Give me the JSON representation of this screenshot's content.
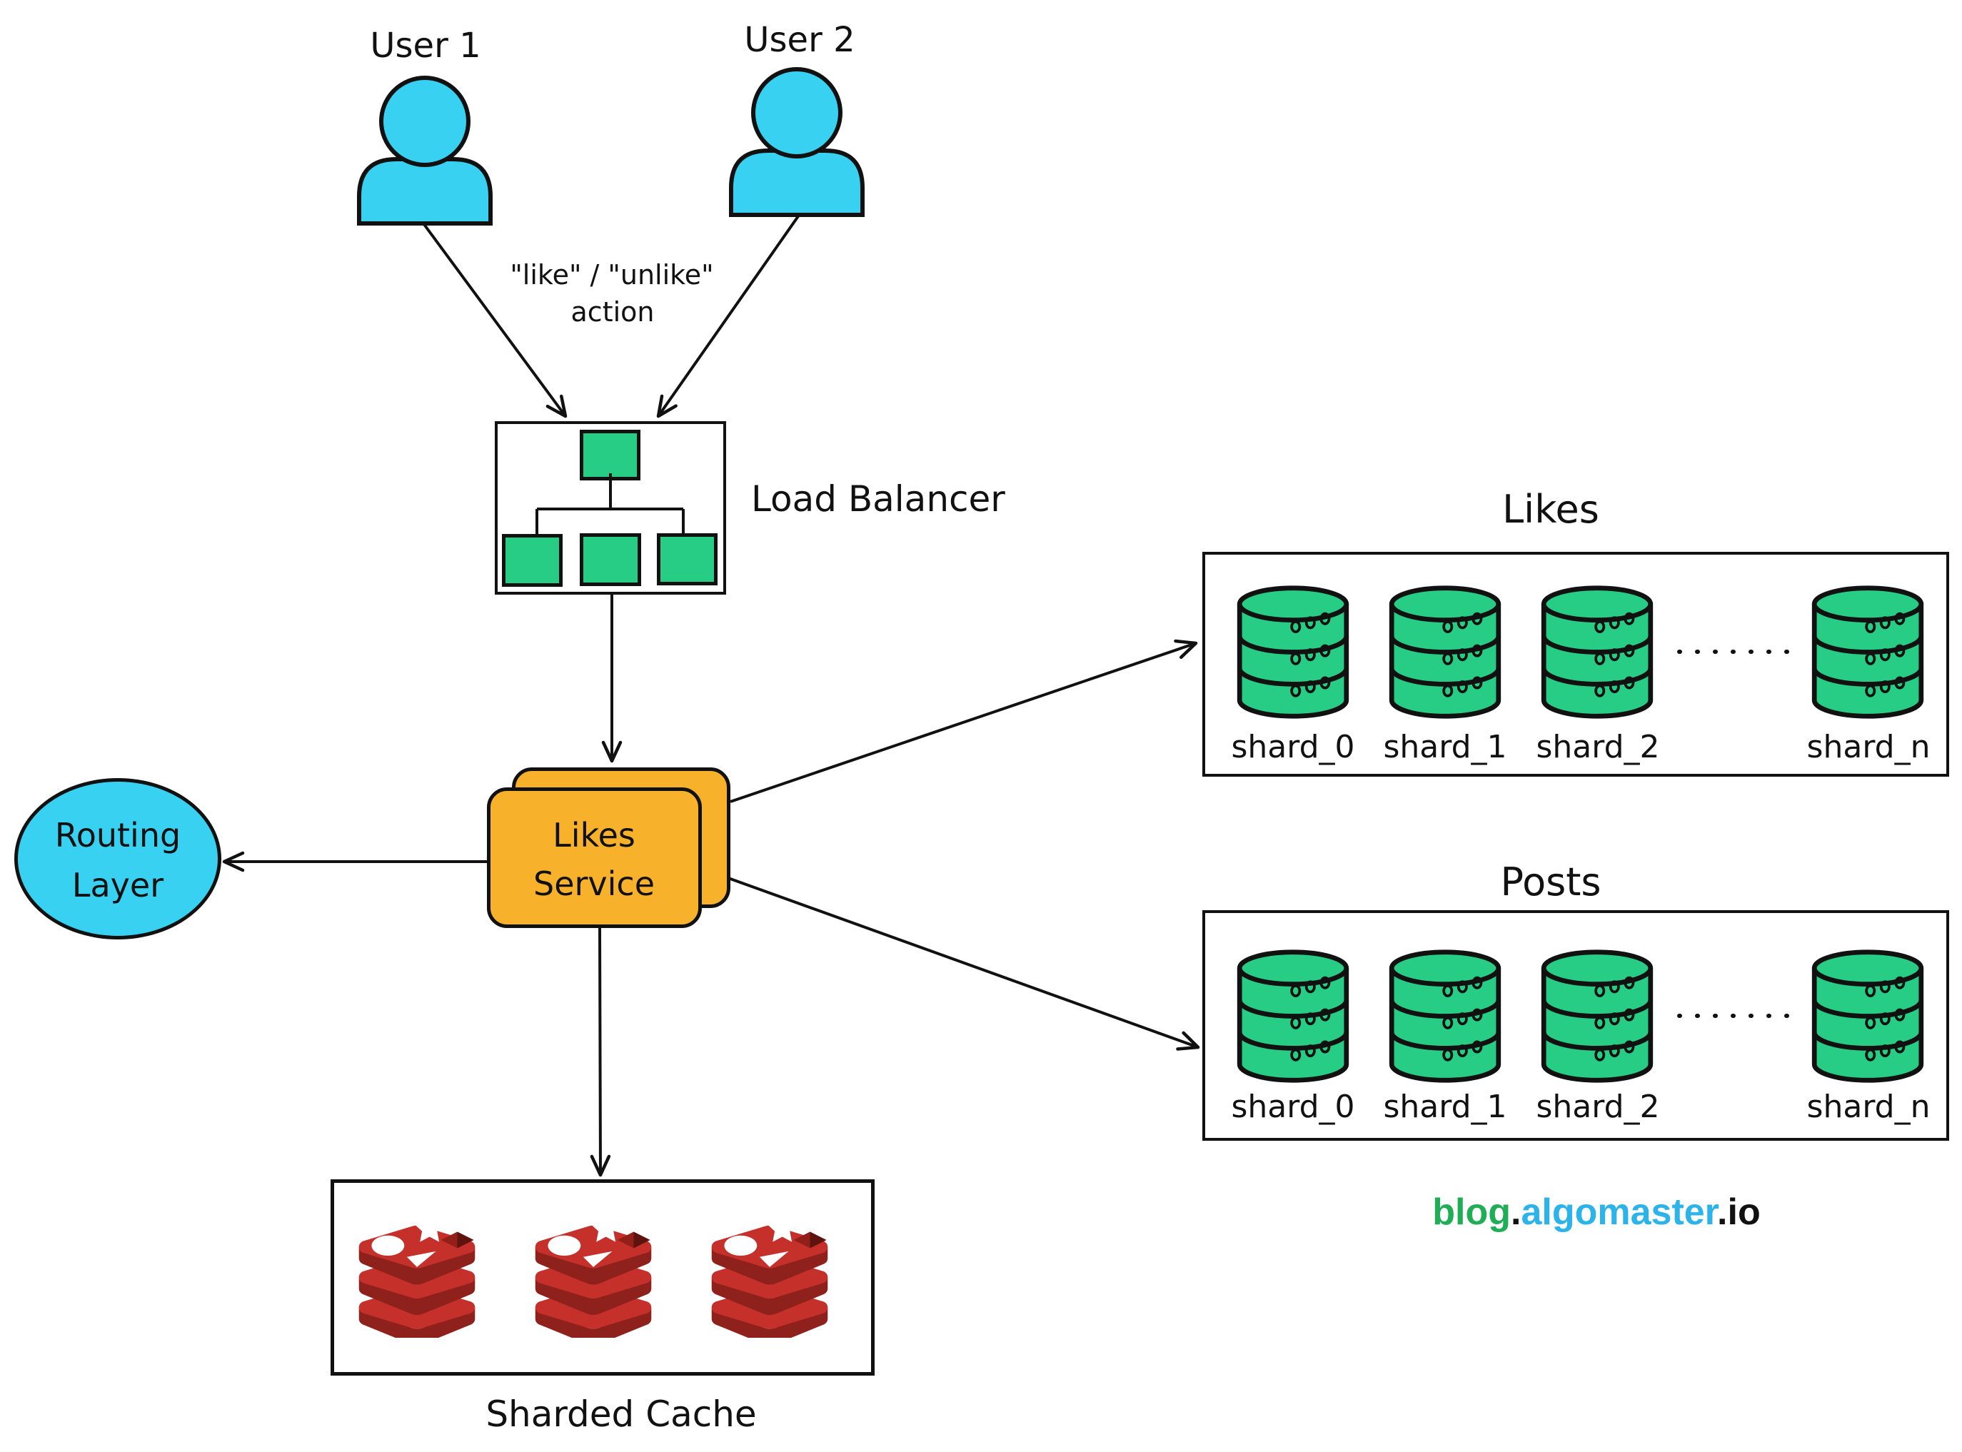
{
  "users": {
    "user1": "User 1",
    "user2": "User 2"
  },
  "annotation": {
    "line1": "\"like\" / \"unlike\"",
    "line2": "action"
  },
  "load_balancer": {
    "label": "Load Balancer"
  },
  "routing_layer": {
    "line1": "Routing",
    "line2": "Layer"
  },
  "likes_service": {
    "line1": "Likes",
    "line2": "Service"
  },
  "likes_store": {
    "title": "Likes",
    "shards": [
      "shard_0",
      "shard_1",
      "shard_2",
      "shard_n"
    ]
  },
  "posts_store": {
    "title": "Posts",
    "shards": [
      "shard_0",
      "shard_1",
      "shard_2",
      "shard_n"
    ]
  },
  "cache": {
    "label": "Sharded Cache",
    "node_count": 3
  },
  "branding": {
    "blog": "blog",
    "dot1": ".",
    "algomaster": "algomaster",
    "io": ".io"
  },
  "colors": {
    "person_cyan": "#38d1f2",
    "shard_green": "#27cc85",
    "service_orange": "#f8b12a",
    "stroke_black": "#111111",
    "redis_red_light": "#c6302b",
    "redis_red_dark": "#a0251f",
    "brand_green": "#1fae55",
    "brand_blue": "#2bb3ea"
  }
}
